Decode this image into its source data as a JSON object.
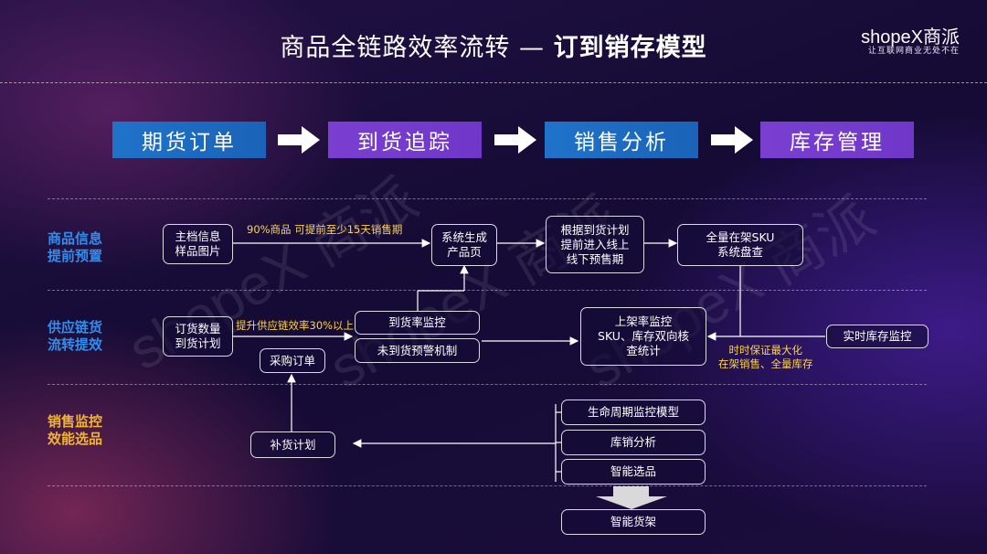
{
  "header": {
    "title_main": "商品全链路效率流转 — ",
    "title_bold": "订到销存模型",
    "logo": "shopeX商派",
    "logo_sub": "让互联网商业无处不在"
  },
  "stages": [
    "期货订单",
    "到货追踪",
    "销售分析",
    "库存管理"
  ],
  "rows": [
    {
      "label": "商品信息\n提前预置",
      "color": "#2f8ef0"
    },
    {
      "label": "供应链货\n流转提效",
      "color": "#2f8ef0"
    },
    {
      "label": "销售监控\n效能选品",
      "color": "#f2b42a"
    }
  ],
  "boxes": {
    "master_info": "主档信息\n样品图片",
    "generate_page": "系统生成\n产品页",
    "presale": "根据到货计划\n提前进入线上\n线下预售期",
    "sku_check": "全量在架SKU\n系统盘查",
    "order_qty": "订货数量\n到货计划",
    "arrival_monitor": "到货率监控",
    "unarrived_alert": "未到货预警机制",
    "purchase_order": "采购订单",
    "shelf_monitor": "上架率监控\nSKU、库存双向核\n查统计",
    "realtime_inventory": "实时库存监控",
    "replenish_plan": "补货计划",
    "lifecycle_model": "生命周期监控模型",
    "sales_inventory": "库销分析",
    "smart_select": "智能选品",
    "smart_shelf": "智能货架"
  },
  "notes": {
    "presale_90": "90%商品 可提前至少15天销售期",
    "efficiency_30": "提升供应链效率30%以上",
    "maximize": "时时保证最大化\n在架销售、全量库存"
  },
  "colors": {
    "stage_blue": "#1f73c9",
    "stage_purple": "#7a3fd1",
    "note_yellow": "#ffd447",
    "row_blue": "#2f8ef0",
    "row_orange": "#f2b42a"
  }
}
